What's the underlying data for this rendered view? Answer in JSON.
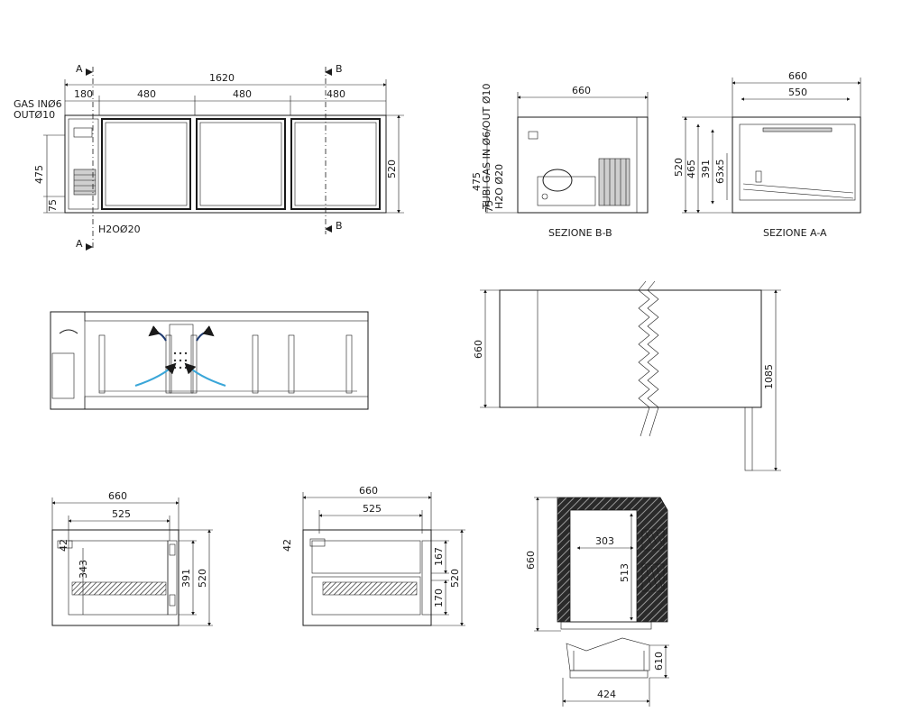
{
  "front_view": {
    "total_width": "1620",
    "seg_180": "180",
    "seg_480_a": "480",
    "seg_480_b": "480",
    "seg_480_c": "480",
    "height_520": "520",
    "height_475": "475",
    "height_75": "75",
    "gas_in": "GAS INØ6",
    "gas_out": "OUTØ10",
    "h2o": "H2OØ20",
    "section_a": "A",
    "section_b": "B"
  },
  "section_bb": {
    "width": "660",
    "h_475": "475",
    "h_75": "75",
    "pipes": "TUBI GAS IN Ø6/OUT Ø10",
    "h2o": "H2O Ø20",
    "title": "SEZIONE B-B"
  },
  "section_aa": {
    "width_660": "660",
    "width_550": "550",
    "h_520": "520",
    "h_465": "465",
    "h_391": "391",
    "h_63x5": "63x5",
    "title": "SEZIONE A-A"
  },
  "top_side": {
    "depth": "660",
    "height": "1085"
  },
  "drawer_left": {
    "w_660": "660",
    "w_525": "525",
    "h_42": "42",
    "h_343": "343",
    "h_391": "391",
    "h_520": "520"
  },
  "drawer_right": {
    "w_660": "660",
    "w_525": "525",
    "h_42": "42",
    "h_167": "167",
    "h_170": "170",
    "h_520": "520"
  },
  "detail": {
    "h_660": "660",
    "w_303": "303",
    "h_513": "513",
    "h_610": "610",
    "w_424": "424"
  }
}
